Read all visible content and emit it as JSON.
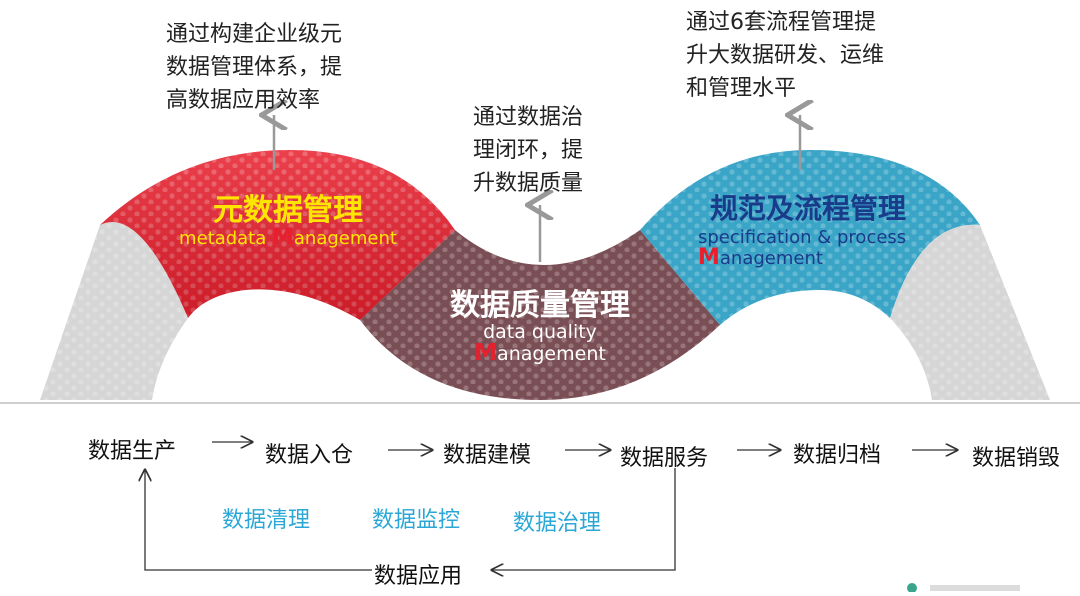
{
  "notes": {
    "metadata": "通过构建企业级元\n数据管理体系，提\n高数据应用效率",
    "quality": "通过数据治\n理闭环，提\n升数据质量",
    "process": "通过6套流程管理提\n升大数据研发、运维\n和管理水平"
  },
  "segments": {
    "metadata": {
      "title": "元数据管理",
      "en_pre": "metadata ",
      "en_m": "M",
      "en_post": "anagement",
      "color": "#e8202e",
      "title_color": "#ffe600"
    },
    "quality": {
      "title": "数据质量管理",
      "en_line1": "data quality",
      "en_m": "M",
      "en_post": "anagement",
      "color": "#7a4e55"
    },
    "process": {
      "title": "规范及流程管理",
      "en_line1": "specification & process",
      "en_m": "M",
      "en_post": "anagement",
      "color": "#3aa5c7",
      "title_color": "#1a3a8a"
    }
  },
  "accent_m_color": "#e8202e",
  "lifecycle": [
    "数据生产",
    "数据入仓",
    "数据建模",
    "数据服务",
    "数据归档",
    "数据销毁"
  ],
  "activities": [
    "数据清理",
    "数据监控",
    "数据治理"
  ],
  "feedback_label": "数据应用"
}
